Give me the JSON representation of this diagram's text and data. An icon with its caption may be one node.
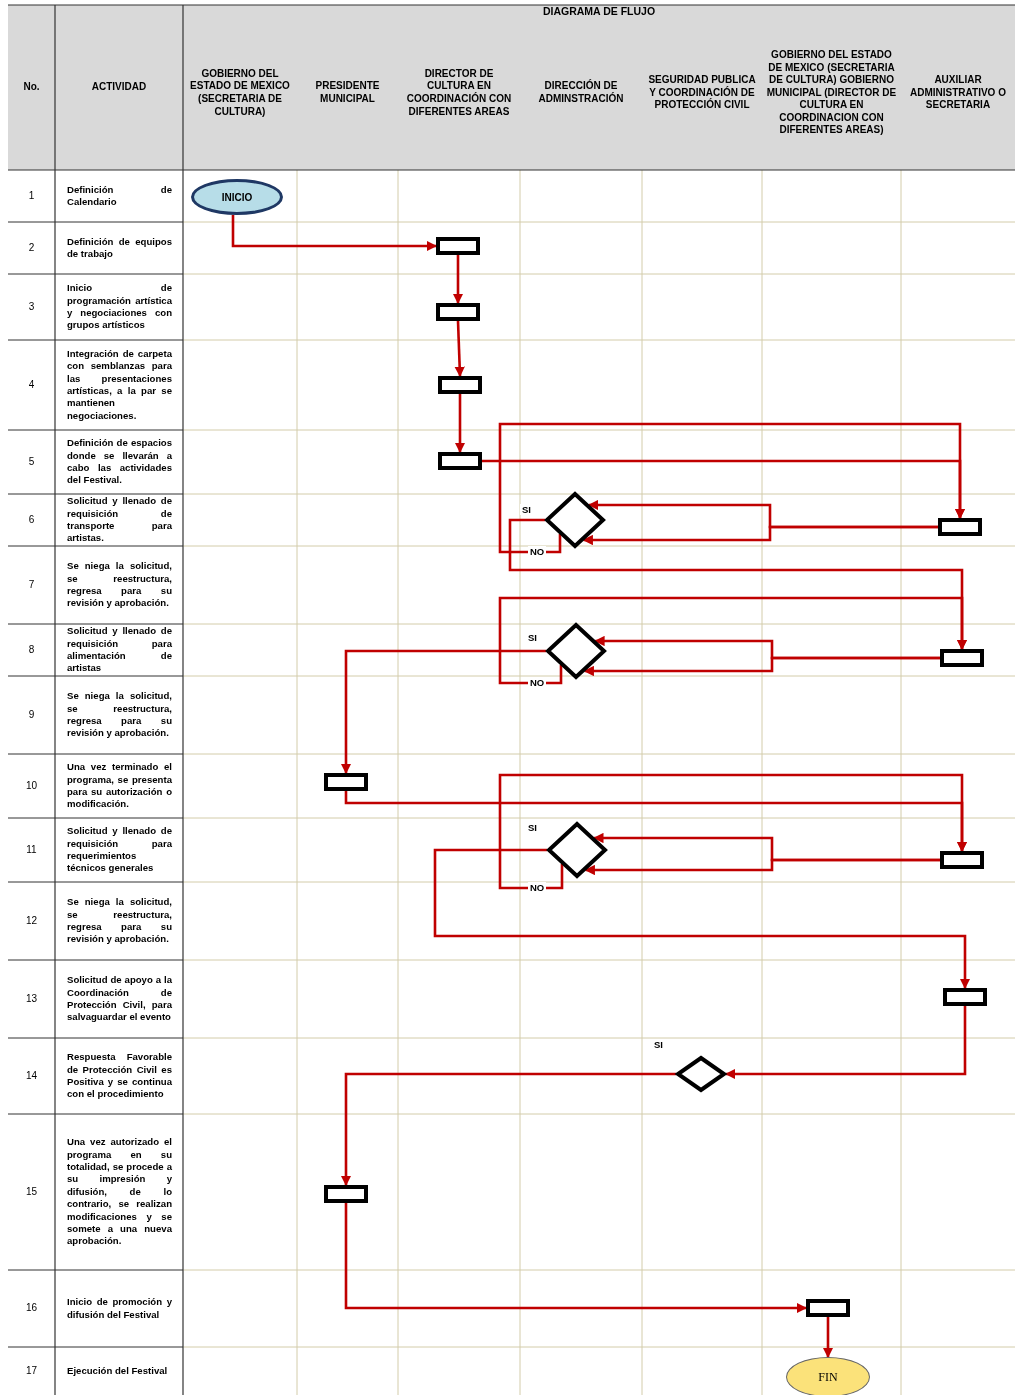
{
  "diagram": {
    "title": "DIAGRAMA DE FLUJO",
    "nodes": [
      {
        "text": [
          "INICIO"
        ]
      },
      {
        "text": [],
        "shape": "box"
      },
      {
        "text": [],
        "shape": "box"
      },
      {
        "text": [],
        "shape": "box"
      },
      {
        "text": [],
        "shape": "box"
      },
      {
        "text": [],
        "shape": "diamond"
      },
      {
        "text": [],
        "shape": "box"
      },
      {
        "text": [],
        "shape": "diamond"
      },
      {
        "text": [],
        "shape": "box"
      },
      {
        "text": [],
        "shape": "box"
      },
      {
        "text": [],
        "shape": "diamond"
      },
      {
        "text": [],
        "shape": "box"
      },
      {
        "text": [],
        "shape": "box"
      },
      {
        "text": [],
        "shape": "diamond"
      },
      {
        "text": [],
        "shape": "box"
      },
      {
        "text": [],
        "shape": "box"
      },
      {
        "text": [
          "FIN"
        ]
      }
    ],
    "edges": [
      {
        "from": 0,
        "to": 1,
        "arrow": "to"
      },
      {
        "from": 1,
        "to": 2,
        "arrow": "to"
      },
      {
        "from": 2,
        "to": 3,
        "arrow": "to"
      },
      {
        "from": 3,
        "to": 4,
        "arrow": "to"
      },
      {
        "from": 4,
        "to": 6,
        "arrow": "to"
      },
      {
        "from": 6,
        "to": 5,
        "arrow": "to"
      },
      {
        "from": 6,
        "to": 5,
        "arrow": "to"
      },
      {
        "from": 5,
        "to": 8,
        "arrow": "to",
        "label": "SI"
      },
      {
        "from": 5,
        "to": 6,
        "arrow": "to",
        "label": "NO"
      },
      {
        "from": 8,
        "to": 7,
        "arrow": "to"
      },
      {
        "from": 8,
        "to": 7,
        "arrow": "to"
      },
      {
        "from": 7,
        "to": 9,
        "arrow": "to",
        "label": "SI"
      },
      {
        "from": 7,
        "to": 8,
        "arrow": "to",
        "label": "NO"
      },
      {
        "from": 9,
        "to": 11,
        "arrow": "to"
      },
      {
        "from": 11,
        "to": 10,
        "arrow": "to"
      },
      {
        "from": 11,
        "to": 10,
        "arrow": "to"
      },
      {
        "from": 10,
        "to": 12,
        "arrow": "to",
        "label": "SI"
      },
      {
        "from": 10,
        "to": 11,
        "arrow": "to",
        "label": "NO"
      },
      {
        "from": 12,
        "to": 13,
        "arrow": "to"
      },
      {
        "from": 13,
        "to": 14,
        "arrow": "to",
        "label": "SI"
      },
      {
        "from": 14,
        "to": 15,
        "arrow": "to"
      },
      {
        "from": 15,
        "to": 16,
        "arrow": "to"
      }
    ],
    "labels": [
      "No.",
      "ACTIVIDAD",
      "GOBIERNO DEL ESTADO DE MEXICO (SECRETARIA DE CULTURA)",
      "PRESIDENTE MUNICIPAL",
      "DIRECTOR DE CULTURA EN COORDINACIÓN CON DIFERENTES AREAS",
      "DIRECCIÓN DE ADMINSTRACIÓN",
      "SEGURIDAD PUBLICA Y COORDINACIÓN DE PROTECCIÓN CIVIL",
      "GOBIERNO DEL ESTADO DE MEXICO (SECRETARIA DE CULTURA) GOBIERNO MUNICIPAL (DIRECTOR DE CULTURA EN COORDINACION CON DIFERENTES AREAS)",
      "AUXILIAR ADMINISTRATIVO O SECRETARIA",
      "1",
      "Definición de Calendario",
      "2",
      "Definición de equipos de trabajo",
      "3",
      "Inicio de programación artística y negociaciones con grupos artísticos",
      "4",
      "Integración de carpeta con semblanzas para las presentaciones artísticas, a la par se mantienen negociaciones.",
      "5",
      "Definición de espacios donde se llevarán a cabo las actividades del Festival.",
      "6",
      "Solicitud y llenado de requisición de transporte para artistas.",
      "7",
      "Se niega la solicitud, se reestructura, regresa para su revisión y aprobación.",
      "8",
      "Solicitud y llenado de requisición para alimentación de artistas",
      "9",
      "Se niega la solicitud, se reestructura, regresa para su revisión y aprobación.",
      "10",
      "Una vez terminado el programa, se presenta para su autorización o modificación.",
      "11",
      "Solicitud y llenado de requisición para requerimientos técnicos generales",
      "12",
      "Se niega la solicitud, se reestructura, regresa para su revisión y aprobación.",
      "13",
      "Solicitud de apoyo a la Coordinación de Protección Civil, para salvaguardar el evento",
      "14",
      "Respuesta Favorable de Protección Civil es Positiva y se continua con el procedimiento",
      "15",
      "Una vez autorizado el programa en su totalidad, se procede a su impresión y difusión, de lo contrario, se realizan modificaciones y se somete a una nueva aprobación.",
      "16",
      "Inicio de promoción y difusión del Festival",
      "17",
      "Ejecución del Festival"
    ]
  }
}
